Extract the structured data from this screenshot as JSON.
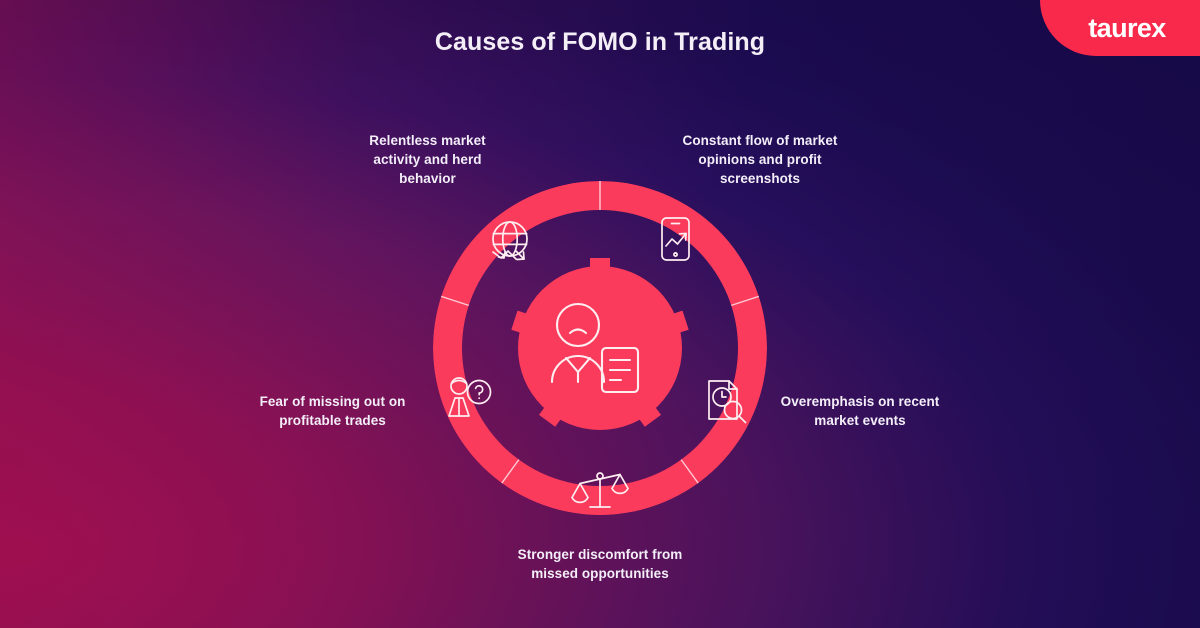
{
  "brand": {
    "logo_text": "taurex",
    "badge_color": "#f8294b"
  },
  "header": {
    "title": "Causes of FOMO in Trading"
  },
  "colors": {
    "accent_pink": "#fb3b5c",
    "background_left": "#a30f50",
    "background_right": "#170a47",
    "text": "#f3eef8"
  },
  "diagram": {
    "type": "circular-segment-wheel",
    "segment_count": 5,
    "center_icon": "sad-person-with-document-icon",
    "segments": [
      {
        "id": "relentless-market-activity",
        "label": "Relentless market activity and herd behavior",
        "icon": "globe-trend-arrow-icon",
        "position": "top-left"
      },
      {
        "id": "constant-flow-of-opinions",
        "label": "Constant flow of market opinions and profit screenshots",
        "icon": "smartphone-chart-icon",
        "position": "top-right"
      },
      {
        "id": "overemphasis-recent-events",
        "label": "Overemphasis on recent market events",
        "icon": "document-clock-magnifier-icon",
        "position": "right"
      },
      {
        "id": "stronger-discomfort",
        "label": "Stronger discomfort from missed opportunities",
        "icon": "balance-scales-icon",
        "position": "bottom"
      },
      {
        "id": "fear-of-missing-out",
        "label": "Fear of missing out on profitable trades",
        "icon": "person-question-mark-icon",
        "position": "left"
      }
    ]
  }
}
